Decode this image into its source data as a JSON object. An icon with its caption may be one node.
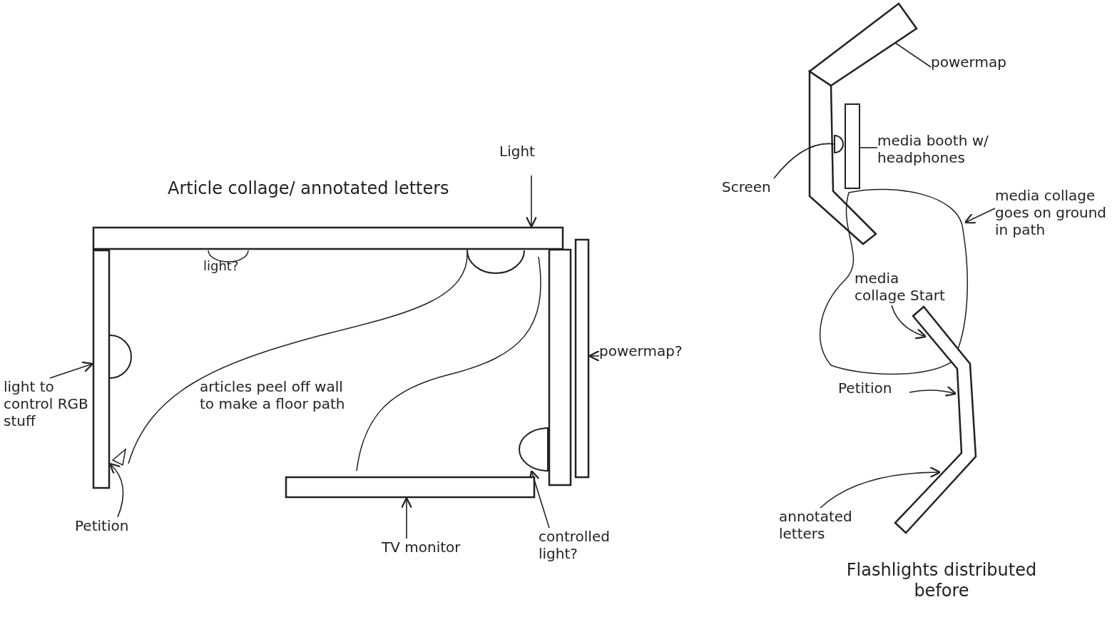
{
  "diagram": {
    "nodes": [
      {
        "text": [
          "Light"
        ]
      },
      {
        "text": [],
        "shape": "bar"
      },
      {
        "text": [
          "light to control RGB stuff"
        ]
      },
      {
        "text": [],
        "shape": "bar"
      },
      {
        "text": [
          "Petition"
        ]
      },
      {
        "text": [
          "TV monitor"
        ]
      },
      {
        "text": [],
        "shape": "bar"
      },
      {
        "text": [
          "controlled light?"
        ]
      },
      {
        "text": [],
        "shape": "semicircle"
      },
      {
        "text": [
          "powermap?"
        ]
      },
      {
        "text": [],
        "shape": "bar"
      },
      {
        "text": [
          "articles peel off wall to make a floor path"
        ]
      },
      {
        "text": [
          "powermap"
        ]
      },
      {
        "text": [],
        "shape": "bar"
      },
      {
        "text": [
          "media booth w/ headphones"
        ]
      },
      {
        "text": [],
        "shape": "box"
      },
      {
        "text": [
          "Screen"
        ]
      },
      {
        "text": [],
        "shape": "semicircle"
      },
      {
        "text": [
          "media collage goes on ground in path"
        ]
      },
      {
        "text": [],
        "shape": "cloud"
      },
      {
        "text": [
          "media collage Start"
        ],
        "in": 19
      },
      {
        "text": [
          "Petition"
        ]
      },
      {
        "text": [],
        "shape": "bar"
      },
      {
        "text": [
          "annotated letters"
        ]
      }
    ],
    "edges": [
      {
        "from": 0,
        "to": 1,
        "arrow": "to"
      },
      {
        "from": 2,
        "to": 3,
        "arrow": "to"
      },
      {
        "from": 4,
        "to": 3,
        "arrow": "to"
      },
      {
        "from": 5,
        "to": 6,
        "arrow": "to"
      },
      {
        "from": 7,
        "to": 8,
        "arrow": "to"
      },
      {
        "from": 9,
        "to": 10,
        "arrow": "to"
      },
      {
        "from": 12,
        "to": 13,
        "arrow": "none"
      },
      {
        "from": 14,
        "to": 15,
        "arrow": "none"
      },
      {
        "from": 16,
        "to": 17,
        "arrow": "none"
      },
      {
        "from": 18,
        "to": 19,
        "arrow": "to"
      },
      {
        "from": 20,
        "to": 22,
        "arrow": "to"
      },
      {
        "from": 21,
        "to": 22,
        "arrow": "to"
      },
      {
        "from": 23,
        "to": 22,
        "arrow": "to"
      }
    ],
    "labels": [
      "Article collage/ annotated letters",
      "light?",
      "Flashlights distributed before"
    ]
  }
}
